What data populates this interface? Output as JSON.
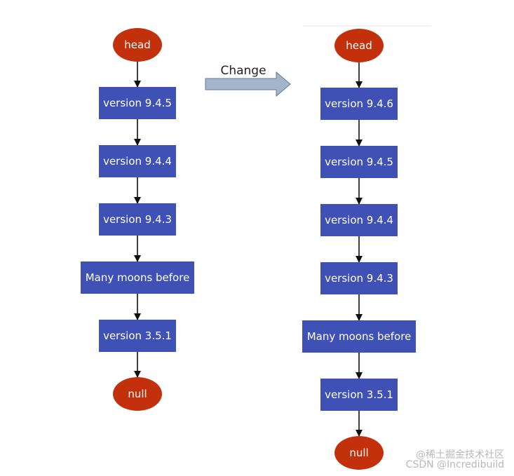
{
  "colors": {
    "terminal": "#c2310c",
    "step": "#3f51b5",
    "arrow": "#111111",
    "change_arrow_fill": "#a3b4cc",
    "change_arrow_stroke": "#5f7b99",
    "node_text": "#ffffff",
    "divider": "#e4e4e4"
  },
  "change_label": "Change",
  "left_list": {
    "nodes": [
      {
        "shape": "ellipse",
        "label": "head"
      },
      {
        "shape": "rect",
        "label": "version 9.4.5"
      },
      {
        "shape": "rect",
        "label": "version 9.4.4"
      },
      {
        "shape": "rect",
        "label": "version 9.4.3"
      },
      {
        "shape": "rect",
        "label": "Many moons before"
      },
      {
        "shape": "rect",
        "label": "version 3.5.1"
      },
      {
        "shape": "ellipse",
        "label": "null"
      }
    ]
  },
  "right_list": {
    "nodes": [
      {
        "shape": "ellipse",
        "label": "head"
      },
      {
        "shape": "rect",
        "label": "version 9.4.6"
      },
      {
        "shape": "rect",
        "label": "version 9.4.5"
      },
      {
        "shape": "rect",
        "label": "version 9.4.4"
      },
      {
        "shape": "rect",
        "label": "version 9.4.3"
      },
      {
        "shape": "rect",
        "label": "Many moons before"
      },
      {
        "shape": "rect",
        "label": "version 3.5.1"
      },
      {
        "shape": "ellipse",
        "label": "null"
      }
    ]
  },
  "watermark": {
    "line1": "@稀土掘金技术社区",
    "line2": "CSDN @Incredibuild"
  }
}
